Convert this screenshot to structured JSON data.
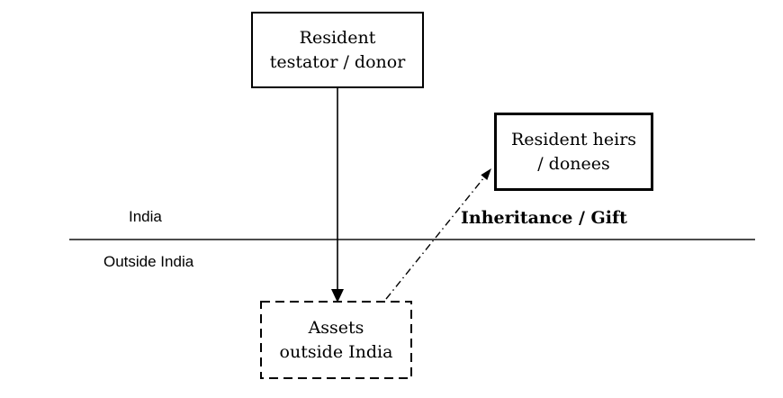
{
  "boxes": {
    "testator": {
      "line1": "Resident",
      "line2": "testator / donor"
    },
    "heirs": {
      "line1": "Resident heirs",
      "line2": "/ donees"
    },
    "assets": {
      "line1": "Assets",
      "line2": "outside India"
    }
  },
  "labels": {
    "india": "India",
    "outside_india": "Outside India",
    "flow": "Inheritance / Gift"
  },
  "colors": {
    "box_border": "#000000",
    "divider_line": "#4d4d4d",
    "arrow": "#000000",
    "text": "#000000",
    "background": "#ffffff"
  }
}
